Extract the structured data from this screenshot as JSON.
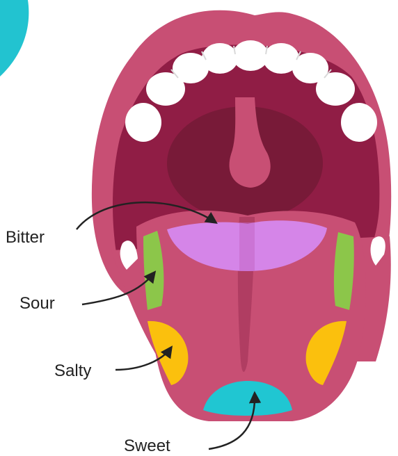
{
  "colors": {
    "accent_corner": "#22c3d0",
    "lips": "#c84f74",
    "mouth_cavity": "#901d45",
    "palate": "#781a38",
    "teeth": "#ffffff",
    "tongue": "#c84f74",
    "tongue_groove": "#b03d62",
    "bitter_zone": "#d585e8",
    "sour_zone": "#8cc64a",
    "salty_zone": "#fbc00d",
    "sweet_zone": "#20c6d2",
    "text": "#222222"
  },
  "zones": [
    {
      "id": "bitter",
      "label": "Bitter",
      "color": "#d585e8"
    },
    {
      "id": "sour",
      "label": "Sour",
      "color": "#8cc64a"
    },
    {
      "id": "salty",
      "label": "Salty",
      "color": "#fbc00d"
    },
    {
      "id": "sweet",
      "label": "Sweet",
      "color": "#20c6d2"
    }
  ],
  "labels": {
    "bitter": "Bitter",
    "sour": "Sour",
    "salty": "Salty",
    "sweet": "Sweet"
  }
}
